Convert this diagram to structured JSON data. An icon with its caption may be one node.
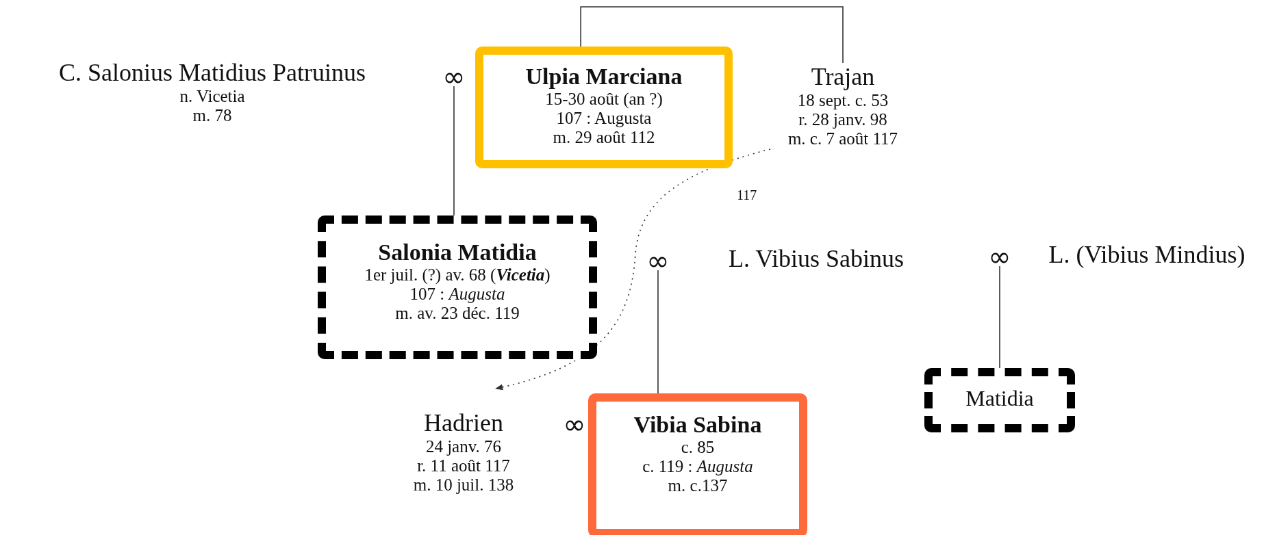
{
  "diagram": {
    "nodes": [
      {
        "text": [
          "C. Salonius Matidius Patruinus",
          "n. Vicetia",
          "m. 78"
        ]
      },
      {
        "text": [
          "∞"
        ]
      },
      {
        "text": [
          "Ulpia Marciana",
          "15-30 août (an ?)",
          "107 : Augusta",
          "m. 29 août 112"
        ]
      },
      {
        "text": [
          "Trajan",
          "18 sept. c. 53",
          "r. 28 janv. 98",
          "m. c. 7 août 117"
        ]
      },
      {
        "text": [
          "Salonia Matidia",
          "1er juil. (?) av. 68 (**Vicetia**)",
          "107 : *Augusta*",
          "m. av. 23 déc. 119"
        ]
      },
      {
        "text": [
          "∞"
        ]
      },
      {
        "text": [
          "L. Vibius Sabinus"
        ]
      },
      {
        "text": [
          "∞"
        ]
      },
      {
        "text": [
          "L. (Vibius Mindius)"
        ]
      },
      {
        "text": [
          "Hadrien",
          "24 janv. 76",
          "r. 11 août 117",
          "m. 10 juil. 138"
        ]
      },
      {
        "text": [
          "Vibia Sabina",
          "c. 85",
          "c. 119 : *Augusta*",
          "m. c.137"
        ]
      },
      {
        "text": [
          "Matidia"
        ]
      }
    ],
    "edges": [
      {
        "from": 2,
        "to": 3,
        "arrow": "none"
      },
      {
        "from": 1,
        "to": 4,
        "arrow": "none"
      },
      {
        "from": 5,
        "to": 10,
        "arrow": "none"
      },
      {
        "from": 7,
        "to": 11,
        "arrow": "none"
      },
      {
        "from": 3,
        "to": 9,
        "arrow": "to",
        "label": "117",
        "style": "dashed"
      }
    ],
    "labels": [
      "∞"
    ]
  }
}
